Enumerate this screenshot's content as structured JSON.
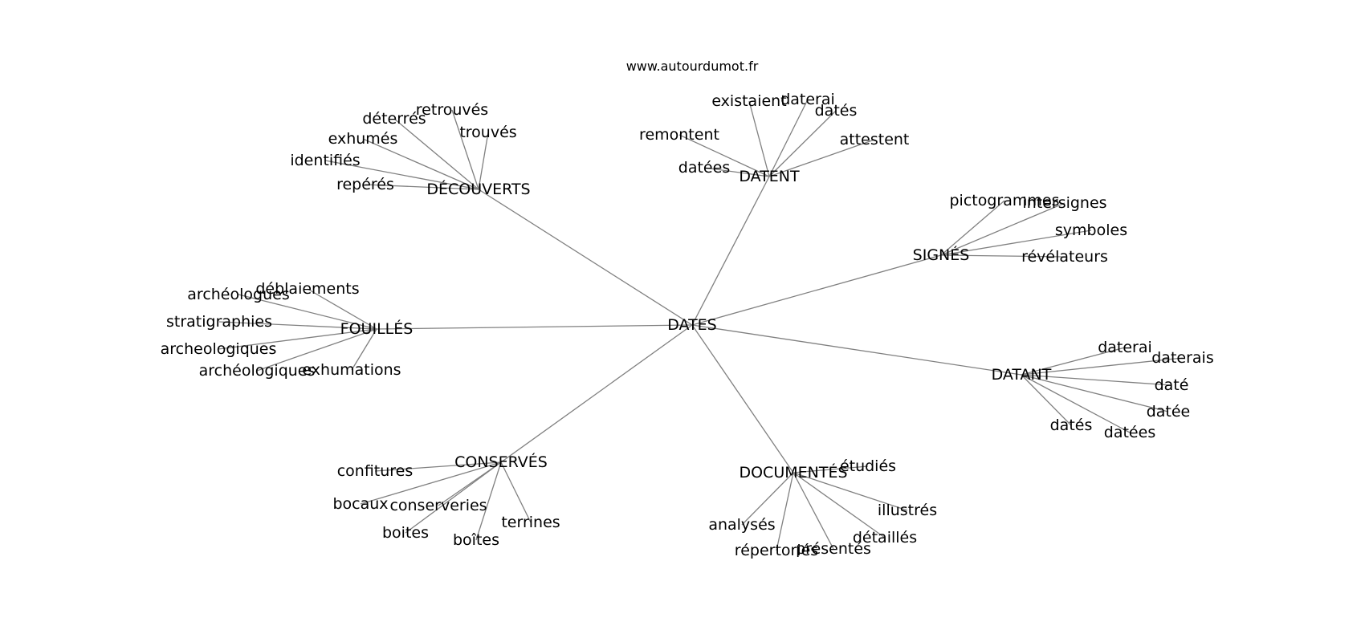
{
  "watermark": "www.autourdumot.fr",
  "graph": {
    "center": "DATES",
    "clusters": [
      {
        "label": "DATENT",
        "leaves": [
          "existaient",
          "daterai",
          "datés",
          "remontent",
          "attestent",
          "datées"
        ]
      },
      {
        "label": "DÉCOUVERTS",
        "leaves": [
          "retrouvés",
          "déterrés",
          "trouvés",
          "exhumés",
          "identifiés",
          "repérés"
        ]
      },
      {
        "label": "SIGNÉS",
        "leaves": [
          "pictogrammes",
          "intersignes",
          "symboles",
          "révélateurs"
        ]
      },
      {
        "label": "FOUILLÉS",
        "leaves": [
          "déblaiements",
          "archéologues",
          "stratigraphies",
          "archeologiques",
          "archéologiques",
          "exhumations"
        ]
      },
      {
        "label": "DATANT",
        "leaves": [
          "daterai",
          "daterais",
          "daté",
          "datée",
          "datés",
          "datées"
        ]
      },
      {
        "label": "CONSERVÉS",
        "leaves": [
          "confitures",
          "bocaux",
          "conserveries",
          "boites",
          "boîtes",
          "terrines"
        ]
      },
      {
        "label": "DOCUMENTÉS",
        "leaves": [
          "étudiés",
          "illustrés",
          "détaillés",
          "présentés",
          "répertoriés",
          "analysés"
        ]
      }
    ]
  }
}
